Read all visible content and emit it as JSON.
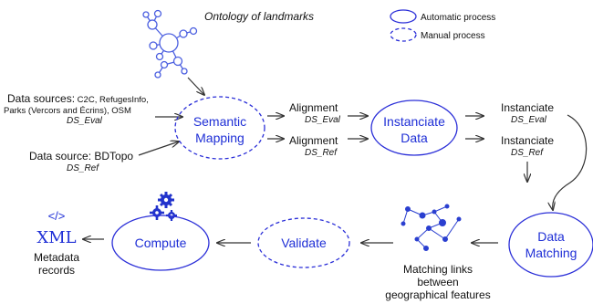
{
  "ontology_label": "Ontology of landmarks",
  "legend": {
    "automatic": "Automatic process",
    "manual": "Manual process"
  },
  "sources": {
    "eval_line1": "Data sources: C2C, RefugesInfo,",
    "eval_line2": "Parks (Vercors and Écrins), OSM",
    "eval_name": "DS_Eval",
    "ref_line1": "Data source: BDTopo",
    "ref_name": "DS_Ref"
  },
  "processes": {
    "semantic_mapping": [
      "Semantic",
      "Mapping"
    ],
    "instanciate_data": [
      "Instanciate",
      "Data"
    ],
    "data_matching": [
      "Data",
      "Matching"
    ],
    "validate": "Validate",
    "compute": "Compute"
  },
  "outputs": {
    "alignment": "Alignment",
    "alignment_eval": "DS_Eval",
    "alignment_ref": "DS_Ref",
    "instanciate": "Instanciate",
    "instanciate_eval": "DS_Eval",
    "instanciate_ref": "DS_Ref",
    "matching_links": [
      "Matching links",
      "between",
      "geographical features"
    ],
    "xml_tag": "</>",
    "xml": "XML",
    "metadata": [
      "Metadata",
      "records"
    ]
  },
  "colors": {
    "process_stroke": "#2b2fd8",
    "process_text": "#1f2fd6",
    "arrow": "#333333"
  }
}
